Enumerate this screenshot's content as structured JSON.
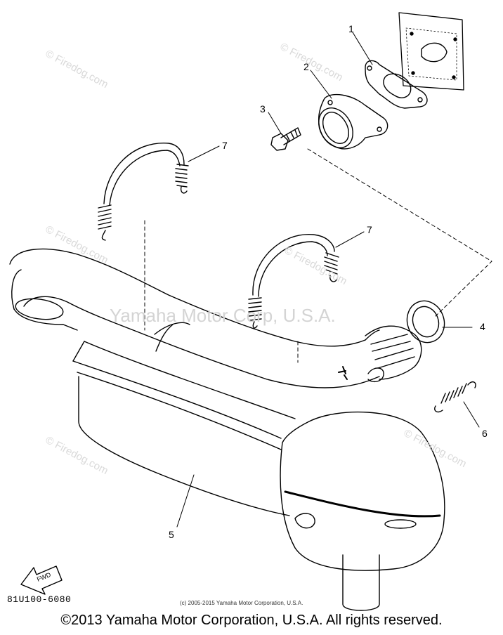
{
  "watermark": {
    "company": "Yamaha Motor Corp, U.S.A.",
    "site": "© Firedog.com"
  },
  "callouts": [
    "1",
    "2",
    "3",
    "4",
    "5",
    "6",
    "7",
    "7"
  ],
  "figure_code": "81U100-6080",
  "small_copyright": "(c) 2005-2015 Yamaha Motor Corporation, U.S.A.",
  "footer": "©2013 Yamaha Motor Corporation, U.S.A. All rights reserved.",
  "front_arrow_label": "FWD"
}
